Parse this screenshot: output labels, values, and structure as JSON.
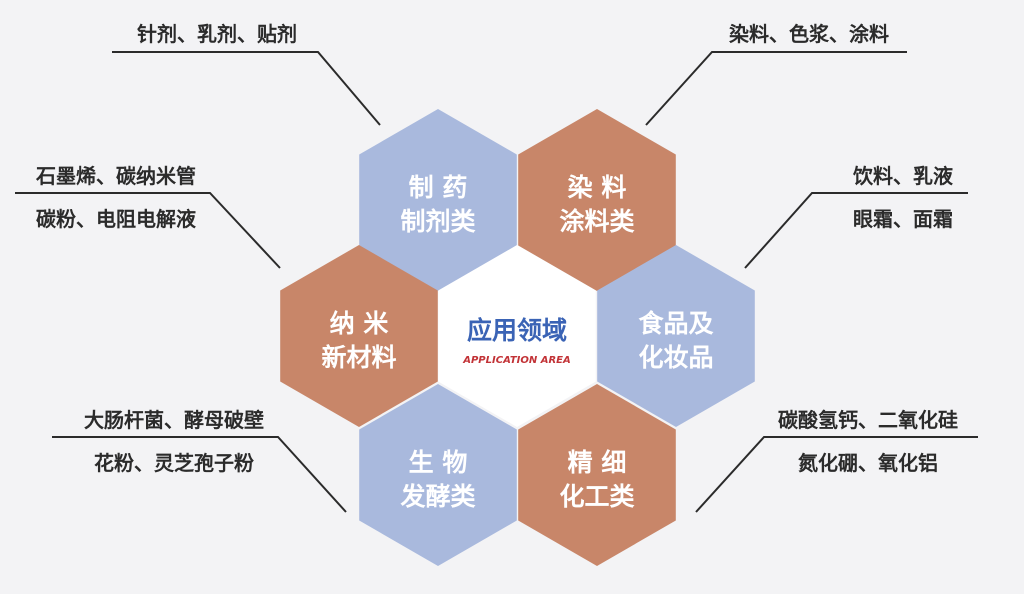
{
  "colors": {
    "blue": "#a9b9dd",
    "orange": "#c88669",
    "center_fill": "#ffffff",
    "center_title": "#3a63b5",
    "center_sub": "#c23236",
    "text": "#2b2b2b",
    "line": "#2b2b2b",
    "background": "#f3f3f5"
  },
  "center": {
    "title": "应用领域",
    "subtitle": "APPLICATION AREA"
  },
  "hexagons": [
    {
      "id": "pharma",
      "color": "blue",
      "line1": "制 药",
      "line2": "制剂类"
    },
    {
      "id": "dye",
      "color": "orange",
      "line1": "染 料",
      "line2": "涂料类"
    },
    {
      "id": "nano",
      "color": "orange",
      "line1": "纳 米",
      "line2": "新材料"
    },
    {
      "id": "food",
      "color": "blue",
      "line1": "食品及",
      "line2": "化妆品"
    },
    {
      "id": "bio",
      "color": "blue",
      "line1": "生 物",
      "line2": "发酵类"
    },
    {
      "id": "chem",
      "color": "orange",
      "line1": "精 细",
      "line2": "化工类"
    }
  ],
  "labels": {
    "top_left": [
      "针剂、乳剂、贴剂"
    ],
    "top_right": [
      "染料、色浆、涂料"
    ],
    "mid_left": [
      "石墨烯、碳纳米管",
      "碳粉、电阻电解液"
    ],
    "mid_right": [
      "饮料、乳液",
      "眼霜、面霜"
    ],
    "bottom_left": [
      "大肠杆菌、酵母破壁",
      "花粉、灵芝孢子粉"
    ],
    "bottom_right": [
      "碳酸氢钙、二氧化硅",
      "氮化硼、氧化铝"
    ]
  }
}
